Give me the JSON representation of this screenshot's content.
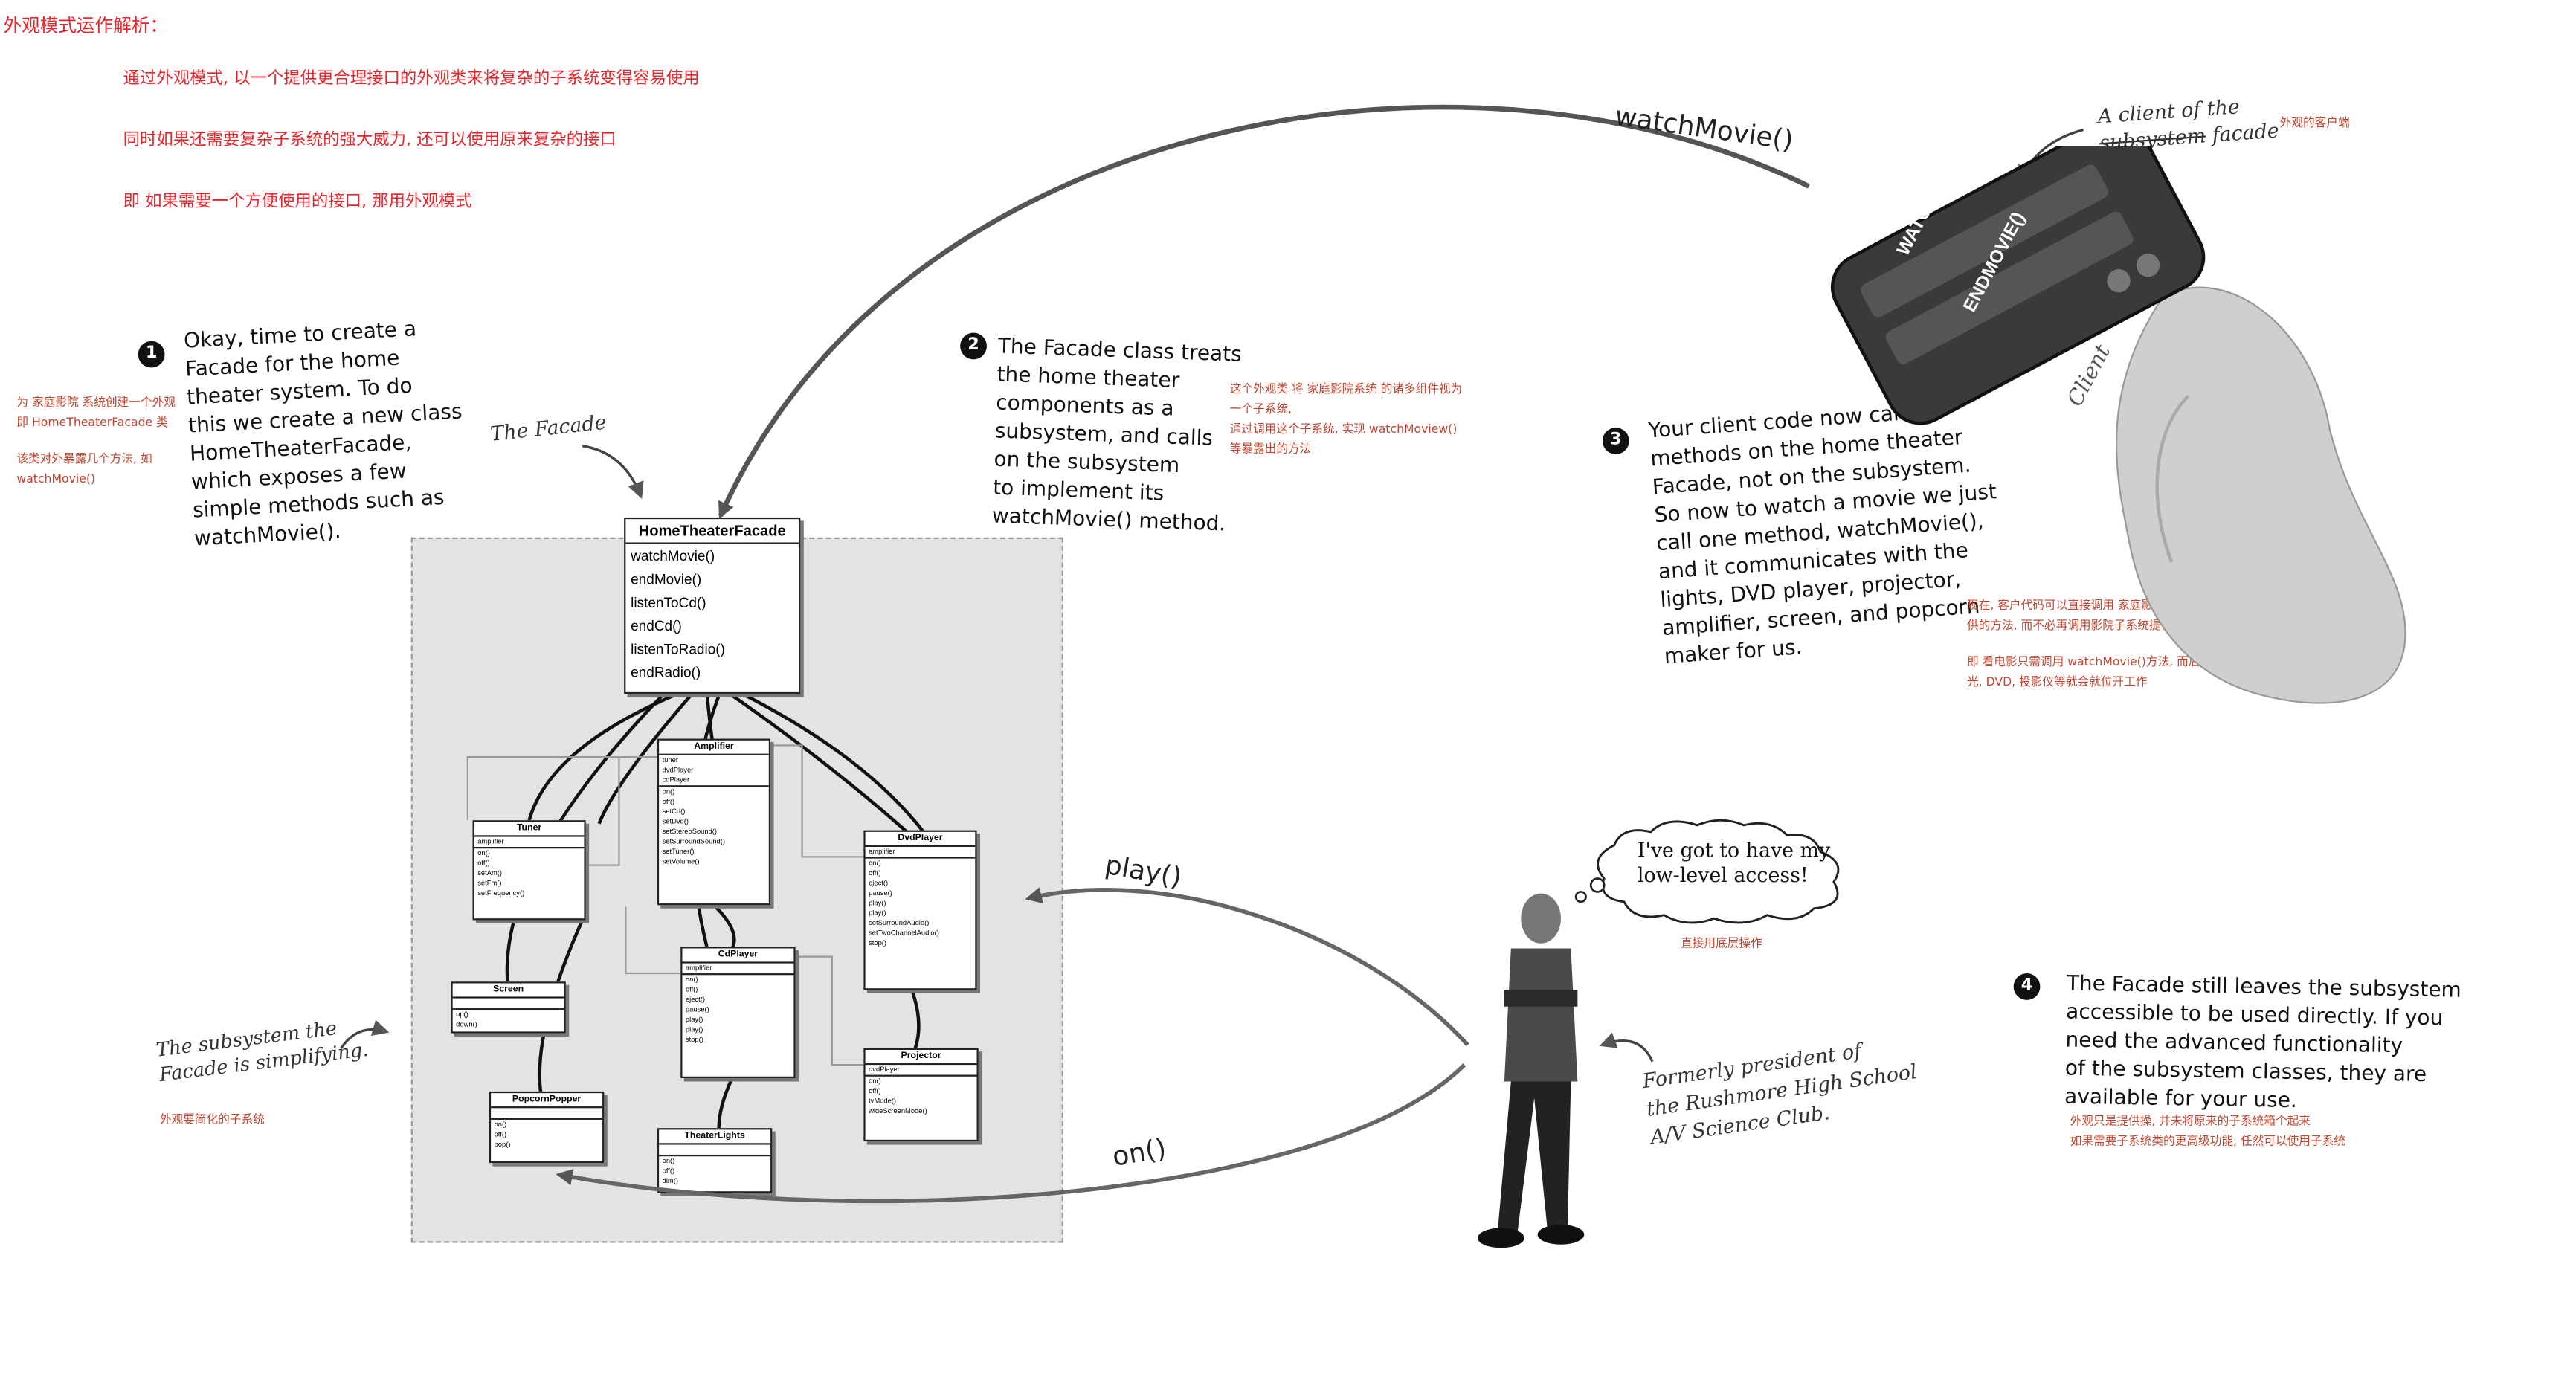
{
  "heading": "外观模式运作解析：",
  "intro_lines": [
    "通过外观模式, 以一个提供更合理接口的外观类来将复杂的子系统变得容易使用",
    "同时如果还需要复杂子系统的强大威力, 还可以使用原来复杂的接口",
    "即 如果需要一个方便使用的接口, 那用外观模式"
  ],
  "steps": [
    {
      "num": "1",
      "lines": [
        "Okay, time to create a",
        "Facade for the home",
        "theater system.  To do",
        "this we create a new class",
        "HomeTheaterFacade,",
        "which exposes a few",
        "simple methods such as",
        "watchMovie()."
      ]
    },
    {
      "num": "2",
      "lines": [
        "The Facade class treats",
        "the home theater",
        "components as a",
        "subsystem, and calls",
        "on the subsystem",
        "to implement its",
        "watchMovie() method."
      ]
    },
    {
      "num": "3",
      "lines": [
        "Your client code now calls",
        "methods on the home theater",
        "Facade, not on the subsystem.",
        "So now to watch a movie we just",
        "call one method, watchMovie(),",
        "and it communicates with the",
        "lights, DVD player, projector,",
        "amplifier, screen, and popcorn",
        "maker for us."
      ]
    },
    {
      "num": "4",
      "lines": [
        "The Facade still leaves the subsystem",
        "accessible to be used directly.  If you",
        "need the advanced functionality",
        "of the subsystem classes, they are",
        "available for your use."
      ]
    }
  ],
  "notes": {
    "step1": [
      "为 家庭影院 系统创建一个外观",
      "即 HomeTheaterFacade 类",
      "",
      "该类对外暴露几个方法, 如",
      "watchMovie()"
    ],
    "step2": [
      "这个外观类 将 家庭影院系统 的诸多组件视为",
      "一个子系统,",
      "通过调用这个子系统, 实现 watchMoview()",
      "等暴露出的方法"
    ],
    "step3": [
      "现在, 客户代码可以直接调用 家庭影院外观所提",
      "供的方法, 而不必再调用影院子系统提供的方法.",
      "",
      "即 看电影只需调用 watchMovie()方法, 而后 大",
      "光, DVD, 投影仪等就会就位开工作"
    ],
    "client": "外观的客户端",
    "subsystem": "外观要简化的子系统",
    "direct": "直接用底层操作",
    "step4": [
      "外观只是提供操, 并未将原来的子系统箱个起来",
      "如果需要子系统类的更高级功能, 任然可以使用子系统"
    ]
  },
  "labels": {
    "the_facade": "The Facade",
    "subsystem_simplifying": [
      "The subsystem the",
      "Facade is simplifying."
    ],
    "client_of": [
      "A client of the",
      "subsystem",
      "facade"
    ],
    "president": [
      "Formerly president of",
      "the Rushmore High School",
      "A/V Science Club."
    ],
    "thought": [
      "I've got to have my",
      "low-level access!"
    ],
    "watchmovie_arrow": "watchMovie()",
    "play_arrow": "play()",
    "on_arrow": "on()",
    "remote_btn1": "WATCHMOVIE()",
    "remote_btn2": "ENDMOVIE()",
    "remote_brand": "Client"
  },
  "facade_class": {
    "name": "HomeTheaterFacade",
    "methods": [
      "watchMovie()",
      "endMovie()",
      "listenToCd()",
      "endCd()",
      "listenToRadio()",
      "endRadio()"
    ]
  },
  "subsystem_classes": [
    {
      "key": "amplifier",
      "name": "Amplifier",
      "attrs": [
        "tuner",
        "dvdPlayer",
        "cdPlayer"
      ],
      "methods": [
        "on()",
        "off()",
        "setCd()",
        "setDvd()",
        "setStereoSound()",
        "setSurroundSound()",
        "setTuner()",
        "setVolume()"
      ]
    },
    {
      "key": "tuner",
      "name": "Tuner",
      "attrs": [
        "amplifier"
      ],
      "methods": [
        "on()",
        "off()",
        "setAm()",
        "setFm()",
        "setFrequency()"
      ]
    },
    {
      "key": "dvdplayer",
      "name": "DvdPlayer",
      "attrs": [
        "amplifier"
      ],
      "methods": [
        "on()",
        "off()",
        "eject()",
        "pause()",
        "play()",
        "play()",
        "setSurroundAudio()",
        "setTwoChannelAudio()",
        "stop()"
      ]
    },
    {
      "key": "cdplayer",
      "name": "CdPlayer",
      "attrs": [
        "amplifier"
      ],
      "methods": [
        "on()",
        "off()",
        "eject()",
        "pause()",
        "play()",
        "play()",
        "stop()"
      ]
    },
    {
      "key": "screen",
      "name": "Screen",
      "attrs": [],
      "methods": [
        "up()",
        "down()"
      ]
    },
    {
      "key": "projector",
      "name": "Projector",
      "attrs": [
        "dvdPlayer"
      ],
      "methods": [
        "on()",
        "off()",
        "tvMode()",
        "wideScreenMode()"
      ]
    },
    {
      "key": "popcorn",
      "name": "PopcornPopper",
      "attrs": [],
      "methods": [
        "on()",
        "off()",
        "pop()"
      ]
    },
    {
      "key": "lights",
      "name": "TheaterLights",
      "attrs": [],
      "methods": [
        "on()",
        "off()",
        "dim()"
      ]
    }
  ],
  "colors": {
    "heading_red": "#e8252a",
    "note_orange": "#c2452f",
    "subsystem_bg": "#e3e3e3"
  }
}
